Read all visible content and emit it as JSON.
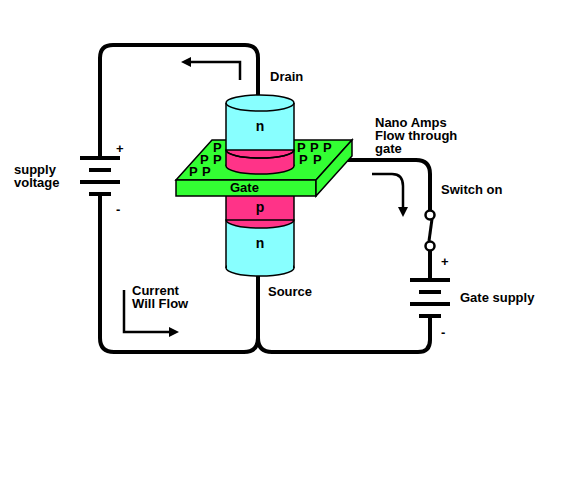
{
  "diagram": {
    "nodes": [
      {
        "text": [
          "n"
        ]
      },
      {
        "text": [
          "P",
          "P",
          "P",
          "P",
          "P",
          "P",
          "P",
          "P",
          "P",
          "P",
          "Gate"
        ]
      },
      {
        "text": [
          "p"
        ]
      },
      {
        "text": [
          "n"
        ]
      }
    ],
    "labels": [
      "Drain",
      "Nano Amps Flow through gate",
      "Switch on",
      "+",
      "Gate supply",
      "-",
      "supply voltage",
      "+",
      "-",
      "Current Will Flow",
      "Source"
    ]
  }
}
